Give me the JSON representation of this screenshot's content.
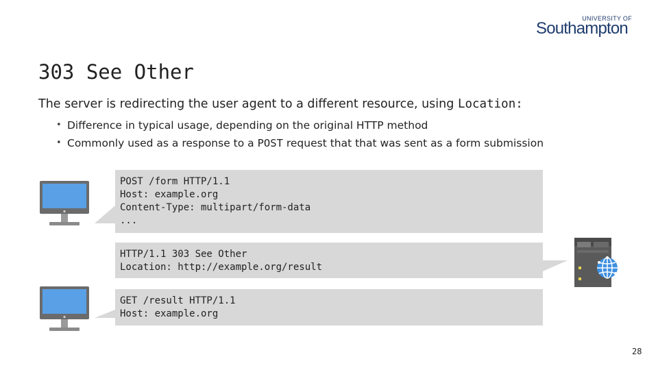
{
  "logo": {
    "line1": "UNIVERSITY OF",
    "line2": "Southampton"
  },
  "slide": {
    "title": "303 See Other",
    "intro_text": "The server is redirecting the user agent to a different resource, using ",
    "intro_code": "Location:",
    "bullets": [
      {
        "text": "Difference in typical usage, depending on the original HTTP method"
      },
      {
        "before": "Commonly used as a response to a ",
        "code": "POST",
        "after": " request that that was sent as a form submission"
      }
    ]
  },
  "messages": [
    {
      "text": "POST /form HTTP/1.1\nHost: example.org\nContent-Type: multipart/form-data\n..."
    },
    {
      "text": "HTTP/1.1 303 See Other\nLocation: http://example.org/result"
    },
    {
      "text": "GET /result HTTP/1.1\nHost: example.org"
    }
  ],
  "icons": {
    "client": "computer-icon",
    "server": "server-icon"
  },
  "colors": {
    "brand": "#1e3c6e",
    "bubble": "#d8d8d8",
    "screen": "#5aa0e6",
    "monitor_frame": "#6b6b6b"
  },
  "page_number": "28"
}
